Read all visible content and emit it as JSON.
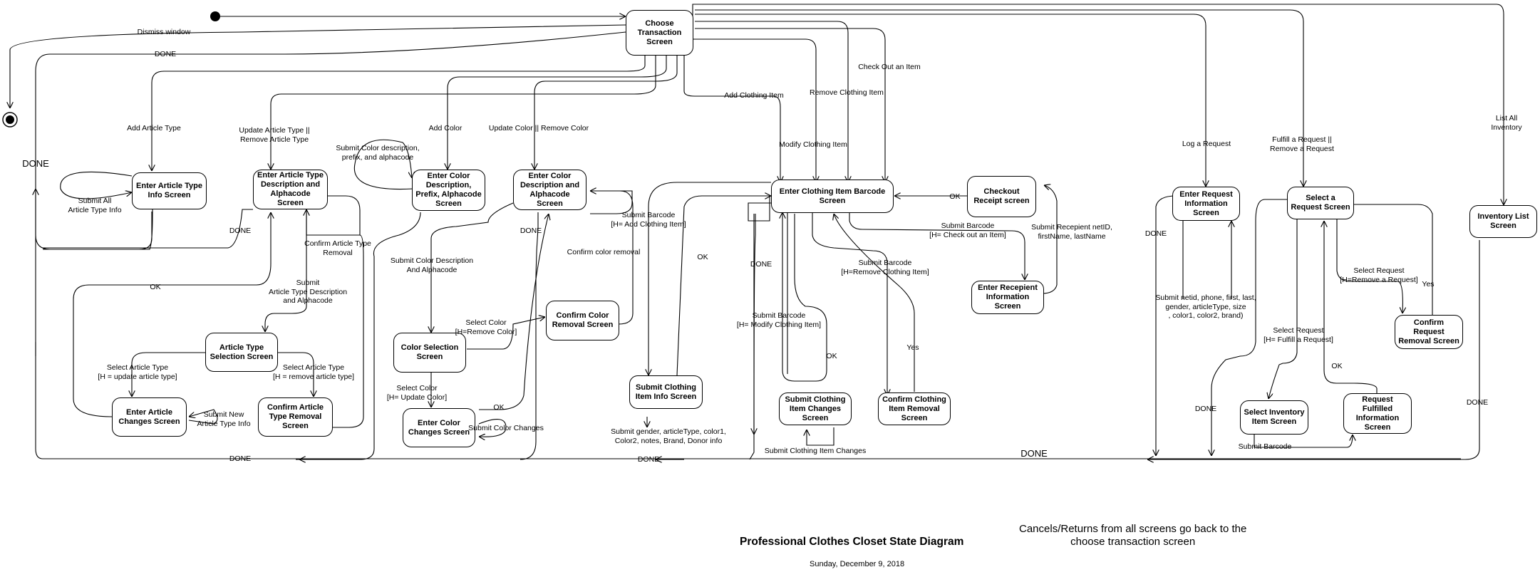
{
  "nodes": {
    "choose": "Choose\nTransaction\nScreen",
    "enter_article_type_info": "Enter Article Type\nInfo Screen",
    "enter_article_type_desc": "Enter Article Type\nDescription and\nAlphacode Screen",
    "enter_color_desc_prefix": "Enter Color\nDescription,\nPrefix, Alphacode\nScreen",
    "enter_color_desc_alpha": "Enter Color\nDescription and\nAlphacode\nScreen",
    "enter_clothing_barcode": "Enter Clothing Item Barcode\nScreen",
    "checkout_receipt": "Checkout\nReceipt screen",
    "enter_recipient_info": "Enter Recepient\nInformation\nScreen",
    "enter_request_info": "Enter Request\nInformation\nScreen",
    "select_request": "Select a\nRequest Screen",
    "inventory_list": "Inventory List\nScreen",
    "article_type_selection": "Article Type\nSelection  Screen",
    "enter_article_changes": "Enter Article\nChanges Screen",
    "confirm_article_type_removal": "Confirm Article\nType Removal\nScreen",
    "color_selection": "Color Selection\nScreen",
    "confirm_color_removal": "Confirm Color\nRemoval Screen",
    "enter_color_changes": "Enter Color\nChanges Screen",
    "submit_clothing_info": "Submit Clothing\nItem Info Screen",
    "submit_clothing_changes": "Submit Clothing\nItem Changes\nScreen",
    "confirm_clothing_removal": "Confirm Clothing\nItem Removal\nScreen",
    "confirm_request_removal": "Confirm\nRequest\nRemoval Screen",
    "select_inventory_item": "Select Inventory\nItem Screen",
    "request_fulfilled": "Request\nFulfilled\nInformation\nScreen"
  },
  "labels": {
    "dismiss_window": "Dismiss window",
    "done_top": "DONE",
    "done_left_big": "DONE",
    "add_article_type": "Add Article Type",
    "update_article_type": "Update Article Type ||\nRemove Article Type",
    "submit_color_desc": "Submit Color description,\nprefix, and alphacode",
    "add_color": "Add Color",
    "update_color": "Update Color || Remove Color",
    "add_clothing_item": "Add Clothing Item",
    "remove_clothing_item": "Remove Clothing Item",
    "check_out_item": "Check Out an Item",
    "modify_clothing_item": "Modify Clothing Item",
    "log_request": "Log a Request",
    "fulfill_request": "Fulfill a Request ||\nRemove a Request",
    "list_all_inventory": "List All Inventory",
    "submit_all_article": "Submit All\nArticle Type Info",
    "done_article_desc": "DONE",
    "confirm_article_type_removal": "Confirm Article Type\nRemoval",
    "ok_article": "OK",
    "submit_article_desc": "Submit\nArticle Type Description\nand Alphacode",
    "select_article_update": "Select Article Type\n[H = update article type]",
    "select_article_remove": "Select Article Type\n[H = remove article type]",
    "submit_new_article": "Submit New\nArticle Type Info",
    "done_bottom_left": "DONE",
    "done_color_desc": "DONE",
    "submit_color_desc_alpha": "Submit Color Description\nAnd Alphacode",
    "confirm_color_removal": "Confirm color removal",
    "select_color_remove": "Select Color\n[H=Remove Color]",
    "select_color_update": "Select Color\n[H= Update Color]",
    "ok_color": "OK",
    "submit_color_changes": "Submit Color Changes",
    "submit_barcode_add": "Submit Barcode\n[H= Add Clothing Item]",
    "ok_clothing": "OK",
    "done_mid": "DONE",
    "submit_barcode_modify": "Submit Barcode\n[H= Modify Clothing Item]",
    "submit_barcode_remove": "Submit Barcode\n[H=Remove Clothing Item]",
    "ok_changes": "OK",
    "yes_clothing": "Yes",
    "submit_barcode_checkout": "Submit Barcode\n[H= Check out an Item]",
    "ok_checkout": "OK",
    "submit_recipient": "Submit Recepient netID,\nfirstName, lastName",
    "submit_gender": "Submit gender, articleType, color1,\nColor2, notes, Brand, Donor info",
    "submit_clothing_changes": "Submit Clothing Item Changes",
    "done_bottom_mid": "DONE",
    "done_request": "DONE",
    "submit_netid": "Submit netid, phone, first, last,\ngender, articleType, size\n, color1, color2, brand)",
    "select_request_remove": "Select Request\n[H=Remove a Request]",
    "yes_request": "Yes",
    "select_request_fulfill": "Select Request\n[H= Fulfill a Request]",
    "ok_request": "OK",
    "done_select_request": "DONE",
    "submit_barcode_inventory": "Submit Barcode",
    "done_inventory": "DONE",
    "done_bottom_big": "DONE"
  },
  "title": "Professional Clothes Closet State Diagram",
  "note": "Cancels/Returns from all screens go back to the\nchoose transaction screen",
  "date": "Sunday, December 9, 2018"
}
